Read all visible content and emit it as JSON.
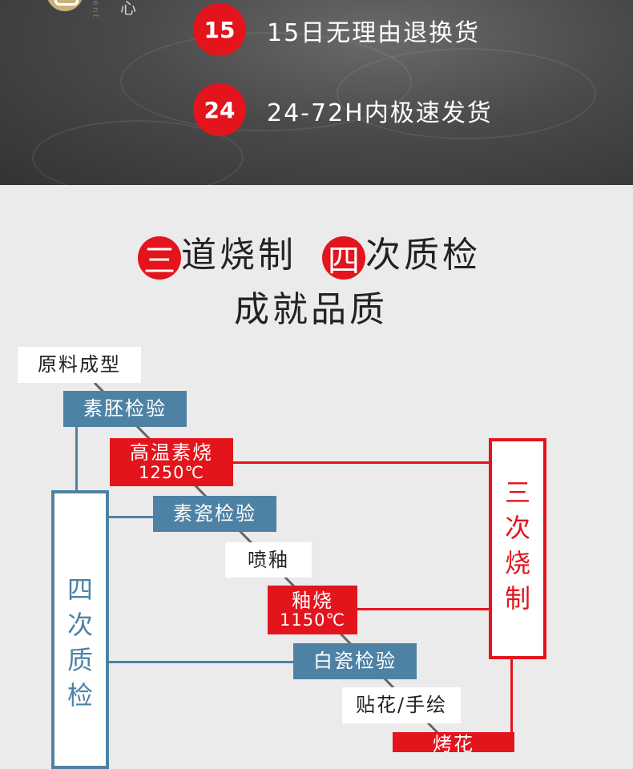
{
  "banner": {
    "side_text": "ent",
    "logo_char": "心",
    "rows": [
      {
        "num": "15",
        "text": "15日无理由退换货"
      },
      {
        "num": "24",
        "text": "24-72H内极速发货"
      }
    ]
  },
  "headline": {
    "badge1": "三",
    "part1": "道烧制",
    "badge2": "四",
    "part2": "次质检",
    "line2": "成就品质"
  },
  "flow": {
    "steps": [
      {
        "label": "原料成型"
      },
      {
        "label": "素胚检验"
      },
      {
        "label": "高温素烧",
        "temp": "1250℃"
      },
      {
        "label": "素瓷检验"
      },
      {
        "label": "喷釉"
      },
      {
        "label": "釉烧",
        "temp": "1150℃"
      },
      {
        "label": "白瓷检验"
      },
      {
        "label": "贴花/手绘"
      },
      {
        "label": "烤花"
      }
    ],
    "inspection_label": [
      "四",
      "次",
      "质",
      "检"
    ],
    "firing_label": [
      "三",
      "次",
      "烧",
      "制"
    ]
  },
  "colors": {
    "accent_red": "#e4141d",
    "inspection_blue": "#4e82a5",
    "banner_dark": "#3c3c3c",
    "page_bg": "#ebebeb"
  }
}
